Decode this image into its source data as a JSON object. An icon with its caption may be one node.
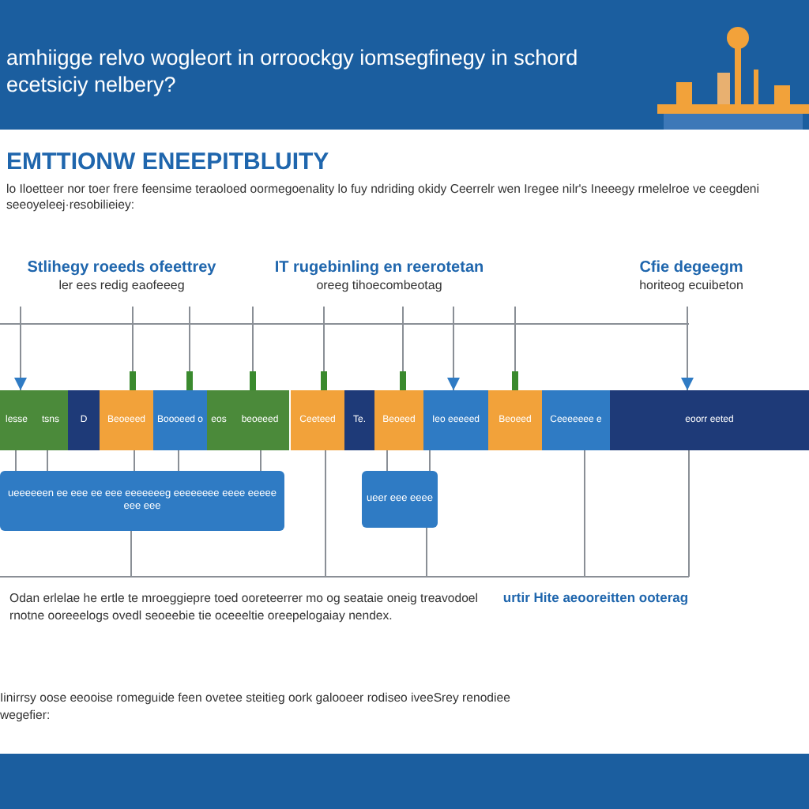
{
  "diagram": {
    "title": "amhiigge relvo wogleort in orroockgy iomsegfinegy in schord ecetsiciy nelbery?",
    "nodes": [
      {
        "text": [
          "Stlihegy roeeds ofeettrey",
          "ler ees redig eaofeeeg"
        ]
      },
      {
        "text": [
          "IT rugebinling en reerotetan",
          "oreeg tihoecombeotag"
        ]
      },
      {
        "text": [
          "Cfie degeegm",
          "horiteog ecuibeton"
        ]
      },
      {
        "text": [
          "lesse"
        ]
      },
      {
        "text": [
          "tsns"
        ]
      },
      {
        "text": [
          "D"
        ]
      },
      {
        "text": [
          "Beoeeed"
        ]
      },
      {
        "text": [
          "Boooeed o"
        ]
      },
      {
        "text": [
          "eos"
        ]
      },
      {
        "text": [
          "beoeeed"
        ]
      },
      {
        "text": [
          "Ceeteed"
        ]
      },
      {
        "text": [
          "Te."
        ]
      },
      {
        "text": [
          "Beoeed"
        ]
      },
      {
        "text": [
          "Ieo eeeeed"
        ]
      },
      {
        "text": [
          "Beoeed"
        ]
      },
      {
        "text": [
          "Ceeeeeee e"
        ]
      },
      {
        "text": [
          "eoorr eeted"
        ]
      },
      {
        "text": [
          "ueeeeeen ee eee ee eee eeeeeeeg eeeeeeee eeee eeeee eee eee"
        ]
      },
      {
        "text": [
          "ueer eee eeee"
        ]
      }
    ],
    "edges": [
      {
        "from": 0,
        "to": 3,
        "arrow": "to"
      },
      {
        "from": 0,
        "to": 6,
        "arrow": "other"
      },
      {
        "from": 0,
        "to": 7,
        "arrow": "other"
      },
      {
        "from": 1,
        "to": 9,
        "arrow": "other"
      },
      {
        "from": 1,
        "to": 10,
        "arrow": "other"
      },
      {
        "from": 1,
        "to": 12,
        "arrow": "other"
      },
      {
        "from": 1,
        "to": 13,
        "arrow": "to"
      },
      {
        "from": 1,
        "to": 14,
        "arrow": "other"
      },
      {
        "from": 2,
        "to": 16,
        "arrow": "to"
      },
      {
        "from": 3,
        "to": 17,
        "arrow": "none"
      },
      {
        "from": 4,
        "to": 17,
        "arrow": "none"
      },
      {
        "from": 6,
        "to": 17,
        "arrow": "none"
      },
      {
        "from": 7,
        "to": 17,
        "arrow": "none"
      },
      {
        "from": 9,
        "to": 17,
        "arrow": "none"
      },
      {
        "from": 12,
        "to": 18,
        "arrow": "none"
      },
      {
        "from": 13,
        "to": 18,
        "arrow": "none"
      }
    ],
    "labels": [
      "EMTTIONW ENEEPITBLUITY",
      "lo Iloetteer nor toer frere feensime teraoloed oormegoenality lo fuy ndriding okidy Ceerrelr wen Iregee nilr's Ineeegy rmelelroe ve ceegdeni seeoyeleej·resobilieiey:",
      "Odan erlelae he ertle te mroeggiepre toed ooreteerrer mo og seataie oneig treavodoel rnotne ooreeelogs ovedl seoeebie tie oceeeltie oreepelogaiay nendex.",
      "urtir Hite aeooreitten ooterag",
      "Iinirrsy oose eeooise romeguide feen ovetee steitieg oork galooeer rodiseo iveeSrey renodiee wegefier:"
    ]
  }
}
